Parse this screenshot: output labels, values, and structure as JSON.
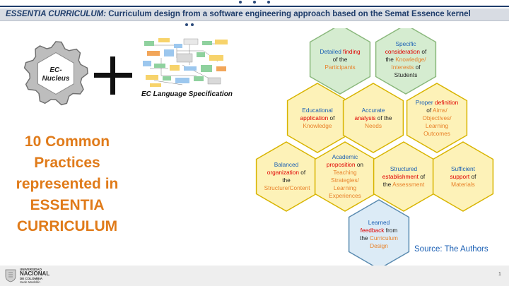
{
  "header": {
    "title_italic": "ESSENTIA CURRICULUM:",
    "title_rest": " Curriculum design from a software engineering approach based on the Semat Essence kernel"
  },
  "left": {
    "nucleus_label_1": "EC-",
    "nucleus_label_2": "Nucleus",
    "spec_label": "EC Language Specification",
    "title_lines": [
      "10 Common",
      "Practices",
      "represented in",
      "ESSENTIA",
      "CURRICULUM"
    ]
  },
  "hexagons": [
    {
      "id": "participants",
      "parts": [
        [
          "Detailed ",
          "blue"
        ],
        [
          "finding",
          "red"
        ],
        [
          " of the ",
          "dark"
        ],
        [
          "Participants",
          "orange"
        ]
      ]
    },
    {
      "id": "considerations",
      "parts": [
        [
          "Specific ",
          "blue"
        ],
        [
          "consideration",
          "red"
        ],
        [
          " of the ",
          "dark"
        ],
        [
          "Knowledge/ Interests",
          "orange"
        ],
        [
          " of Students",
          "dark"
        ]
      ]
    },
    {
      "id": "knowledge",
      "parts": [
        [
          "Educational ",
          "blue"
        ],
        [
          "application",
          "red"
        ],
        [
          " of ",
          "dark"
        ],
        [
          "Knowledge",
          "orange"
        ]
      ]
    },
    {
      "id": "needs",
      "parts": [
        [
          "Accurate ",
          "blue"
        ],
        [
          "analysis",
          "red"
        ],
        [
          " of the ",
          "dark"
        ],
        [
          "Needs",
          "orange"
        ]
      ]
    },
    {
      "id": "aims",
      "parts": [
        [
          "Proper ",
          "blue"
        ],
        [
          "definition",
          "red"
        ],
        [
          " of ",
          "dark"
        ],
        [
          "Aims/ Objectives/ Learning Outcomes",
          "orange"
        ]
      ]
    },
    {
      "id": "structure",
      "parts": [
        [
          "Balanced ",
          "blue"
        ],
        [
          "organization",
          "red"
        ],
        [
          " of the ",
          "dark"
        ],
        [
          "Structure/Content",
          "orange"
        ]
      ]
    },
    {
      "id": "teaching",
      "parts": [
        [
          "Academic ",
          "blue"
        ],
        [
          "proposition",
          "red"
        ],
        [
          " on ",
          "dark"
        ],
        [
          "Teaching Strategies/ Learning Experiences",
          "orange"
        ]
      ]
    },
    {
      "id": "assessment",
      "parts": [
        [
          "Structured ",
          "blue"
        ],
        [
          "establishment",
          "red"
        ],
        [
          " of the ",
          "dark"
        ],
        [
          "Assessment",
          "orange"
        ]
      ]
    },
    {
      "id": "materials",
      "parts": [
        [
          "Sufficient ",
          "blue"
        ],
        [
          "support",
          "red"
        ],
        [
          " of ",
          "dark"
        ],
        [
          "Materials",
          "orange"
        ]
      ]
    },
    {
      "id": "feedback",
      "parts": [
        [
          "Learned ",
          "blue"
        ],
        [
          "feedback",
          "red"
        ],
        [
          " from the ",
          "dark"
        ],
        [
          "Curriculum Design",
          "orange"
        ]
      ]
    }
  ],
  "colors": {
    "yellow_fill": "#fdf2b8",
    "yellow_stroke": "#d8b400",
    "green_fill": "#d5ecd0",
    "green_stroke": "#8ab87c",
    "blue_fill": "#dcebf6",
    "blue_stroke": "#5a8bb0"
  },
  "source": "Source: The Authors",
  "footer": {
    "univ_line1": "UNIVERSIDAD",
    "univ_line2": "NACIONAL",
    "univ_line3": "DE COLOMBIA",
    "univ_line4": "Sede Medellín",
    "page_number": "1"
  }
}
